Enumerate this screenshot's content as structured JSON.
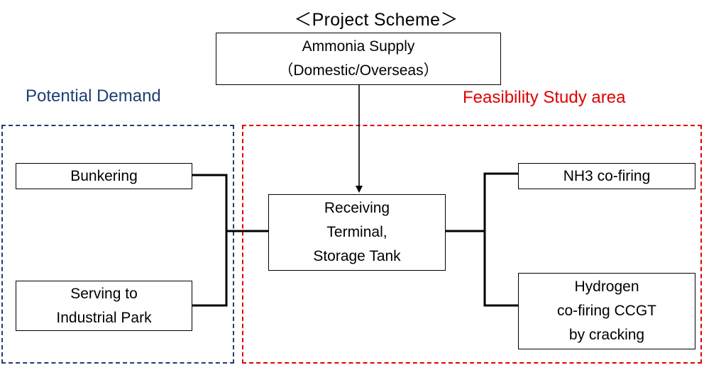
{
  "title": "＜Project Scheme＞",
  "regions": {
    "potential_demand": {
      "label": "Potential Demand",
      "color": "#1f3d72"
    },
    "feasibility_study": {
      "label": "Feasibility Study  area",
      "color": "#e00000"
    }
  },
  "nodes": {
    "ammonia_supply": "Ammonia Supply\n（Domestic/Overseas）",
    "receiving_terminal": "Receiving\nTerminal,\nStorage Tank",
    "bunkering": "Bunkering",
    "industrial_park": "Serving to\nIndustrial Park",
    "nh3_cofiring": "NH3 co-firing",
    "hydrogen_cofiring": "Hydrogen\nco-firing CCGT\nby cracking"
  }
}
